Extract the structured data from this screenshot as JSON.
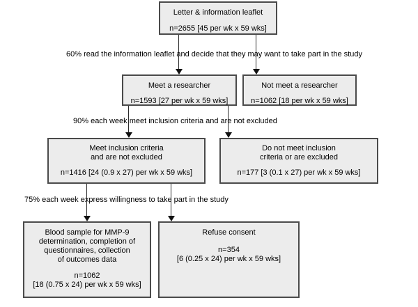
{
  "diagram": {
    "boxes": {
      "letter": {
        "title": "Letter & information leaflet",
        "stats": "n=2655 [45 per wk x 59 wks]"
      },
      "meet_researcher": {
        "title": "Meet a researcher",
        "stats": "n=1593 [27 per wk x 59 wks]"
      },
      "not_meet_researcher": {
        "title": "Not meet a researcher",
        "stats": "n=1062 [18 per wk x 59 wks]"
      },
      "meet_inclusion": {
        "title": "Meet inclusion criteria\nand are not excluded",
        "stats": "n=1416 [24 (0.9 x 27) per wk x 59 wks]"
      },
      "not_meet_inclusion": {
        "title": "Do not meet inclusion\ncriteria or are excluded",
        "stats": "n=177 [3 (0.1 x 27) per wk x 59 wks]"
      },
      "blood_sample": {
        "title": "Blood sample for MMP-9\ndetermination, completion of\nquestionnaires, collection\nof outcomes data",
        "stats": "n=1062\n[18 (0.75 x 24) per wk x 59 wks]"
      },
      "refuse_consent": {
        "title": "Refuse consent",
        "stats": "n=354\n[6 (0.25 x 24) per wk x 59 wks]"
      }
    },
    "flow_labels": {
      "step1": "60% read the information leaflet and decide that they may want to take part in the study",
      "step2": "90% each week meet inclusion criteria and are not excluded",
      "step3": "75% each week express willingness to take part in the study"
    },
    "colors": {
      "background": "#ffffff",
      "box_fill": "#ececec",
      "box_border": "#4a4a4a",
      "connector": "#2b2b2b",
      "text": "#000000"
    }
  }
}
